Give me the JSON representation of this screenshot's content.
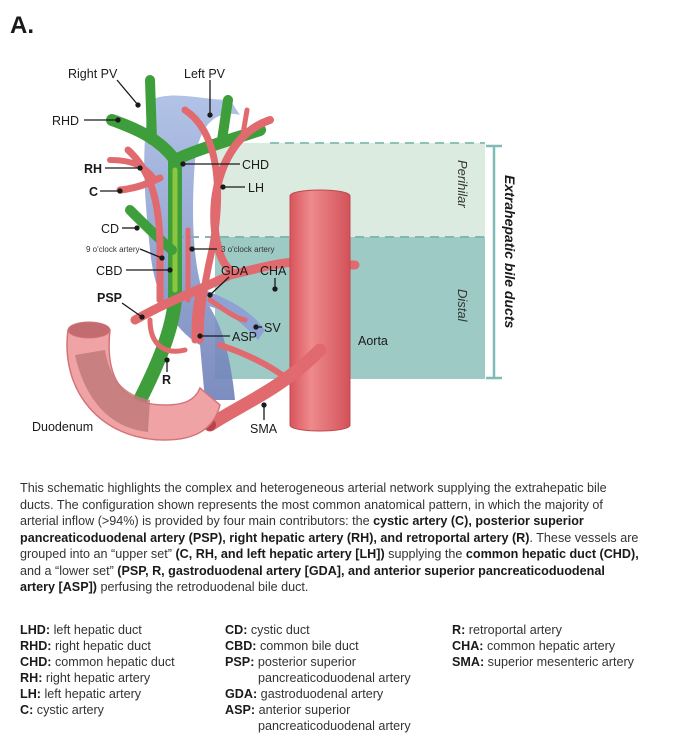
{
  "panel_label": "A.",
  "diagram": {
    "labels": {
      "right_pv": "Right PV",
      "left_pv": "Left PV",
      "rhd": "RHD",
      "rh": "RH",
      "c": "C",
      "cd": "CD",
      "nine_oclock": "9 o'clock artery",
      "three_oclock": "3 o'clock artery",
      "cbd": "CBD",
      "psp": "PSP",
      "chd": "CHD",
      "lh": "LH",
      "gda": "GDA",
      "cha": "CHA",
      "sv": "SV",
      "asp": "ASP",
      "r": "R",
      "aorta": "Aorta",
      "duodenum": "Duodenum",
      "sma": "SMA"
    },
    "zones": {
      "upper": "Perihilar",
      "lower": "Distal",
      "bracket": "Extrahepatic bile ducts"
    },
    "colors": {
      "artery": "#e06a6e",
      "artery_dark": "#c0484f",
      "duct": "#3e9e3c",
      "duct_light": "#8cc63f",
      "portal_vein": "#9db0dc",
      "perihilar_zone": "#dcebe0",
      "distal_zone": "#9ecac6",
      "duodenum": "#f0a3a5",
      "bracket": "#7fbcb6"
    }
  },
  "caption": {
    "segments": [
      {
        "t": "This schematic highlights the complex and heterogeneous arterial network supplying the extrahepatic bile ducts. The configuration shown represents the most common anatomical pattern, in which the majority of arterial inflow (>94%) is provided by four main contributors: the ",
        "b": false
      },
      {
        "t": "cystic artery (C), posterior superior pancreaticoduodenal artery (PSP), right hepatic artery (RH), and retroportal artery (R)",
        "b": true
      },
      {
        "t": ". These vessels are grouped into an “upper set” ",
        "b": false
      },
      {
        "t": "(C, RH, and left hepatic artery [LH])",
        "b": true
      },
      {
        "t": " supplying the ",
        "b": false
      },
      {
        "t": "common hepatic duct (CHD),",
        "b": true
      },
      {
        "t": " and a “lower set” ",
        "b": false
      },
      {
        "t": "(PSP, R, gastroduode­nal artery [GDA], and anterior superior pancreaticoduodenal artery [ASP])",
        "b": true
      },
      {
        "t": " perfusing the retroduodenal bile duct.",
        "b": false
      }
    ]
  },
  "legend": {
    "col1": [
      {
        "abbr": "LHD:",
        "def": "left hepatic duct"
      },
      {
        "abbr": "RHD:",
        "def": "right hepatic duct"
      },
      {
        "abbr": "CHD:",
        "def": "common hepatic duct"
      },
      {
        "abbr": "RH:",
        "def": "right hepatic artery"
      },
      {
        "abbr": "LH:",
        "def": "left hepatic artery"
      },
      {
        "abbr": "C:",
        "def": "cystic artery"
      }
    ],
    "col2": [
      {
        "abbr": "CD:",
        "def": "cystic duct"
      },
      {
        "abbr": "CBD:",
        "def": "common bile duct"
      },
      {
        "abbr": "PSP:",
        "def": "posterior superior",
        "def2": "pancreaticoduodenal artery"
      },
      {
        "abbr": "GDA:",
        "def": "gastroduodenal artery"
      },
      {
        "abbr": "ASP:",
        "def": "anterior superior",
        "def2": "pancreaticoduodenal artery"
      }
    ],
    "col3": [
      {
        "abbr": "R:",
        "def": "retroportal artery"
      },
      {
        "abbr": "CHA:",
        "def": "common hepatic artery"
      },
      {
        "abbr": "SMA:",
        "def": "superior mesenteric artery"
      }
    ]
  }
}
